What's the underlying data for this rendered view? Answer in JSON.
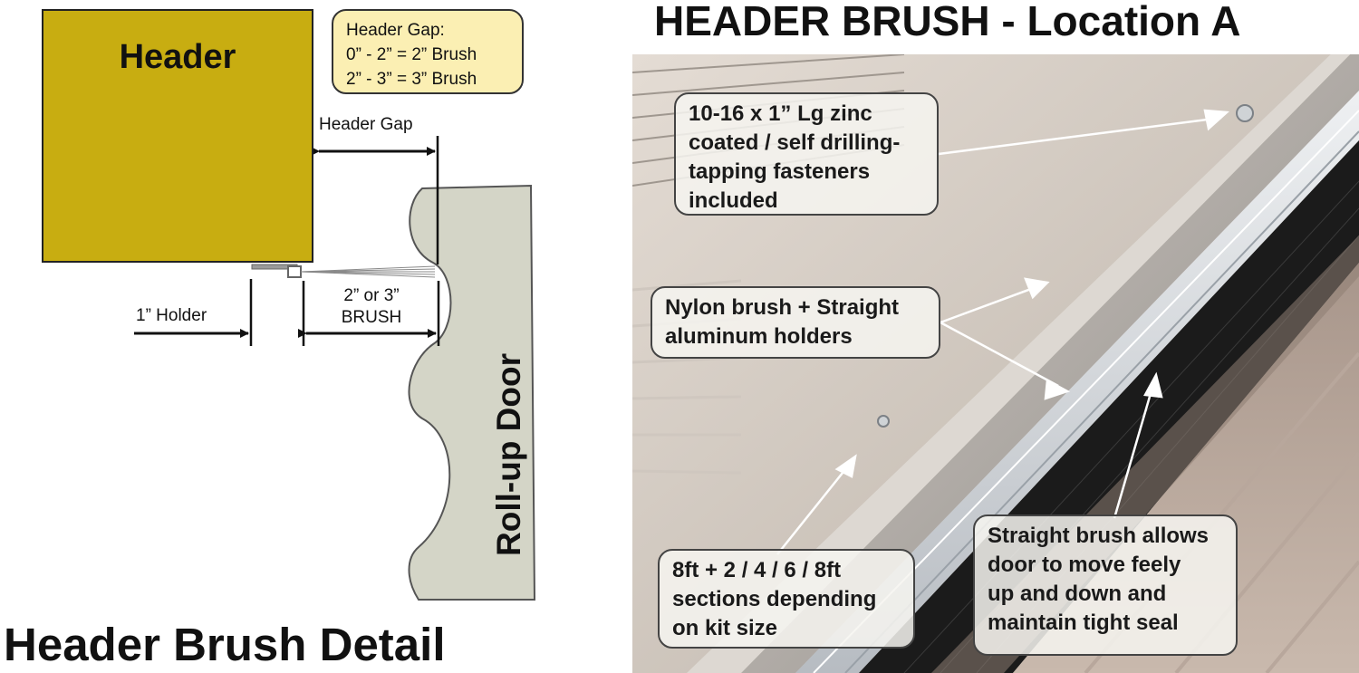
{
  "diagram": {
    "header_label": "Header",
    "gap_note": {
      "title": "Header Gap:",
      "line1": "0” - 2” = 2” Brush",
      "line2": "2” - 3” = 3” Brush"
    },
    "header_gap_label": "Header Gap",
    "holder_label": "1” Holder",
    "brush_label_line1": "2” or 3”",
    "brush_label_line2": "BRUSH",
    "door_label": "Roll-up Door",
    "title": "Header Brush Detail"
  },
  "photo_panel": {
    "title": "HEADER BRUSH - Location A",
    "callouts": {
      "fasteners": [
        "10-16 x 1” Lg zinc",
        "coated / self drilling-",
        "tapping fasteners",
        "included"
      ],
      "nylon": [
        "Nylon brush + Straight",
        "aluminum holders"
      ],
      "sections": [
        "8ft + 2 / 4 / 6 / 8ft",
        "sections depending",
        "on kit size"
      ],
      "straight": [
        "Straight brush allows",
        "door to move feely",
        "up and down and",
        "maintain tight seal"
      ]
    }
  },
  "colors": {
    "header_fill": "#c8ad11",
    "note_fill": "#fbefb3",
    "door_fill": "#d4d5c7"
  }
}
